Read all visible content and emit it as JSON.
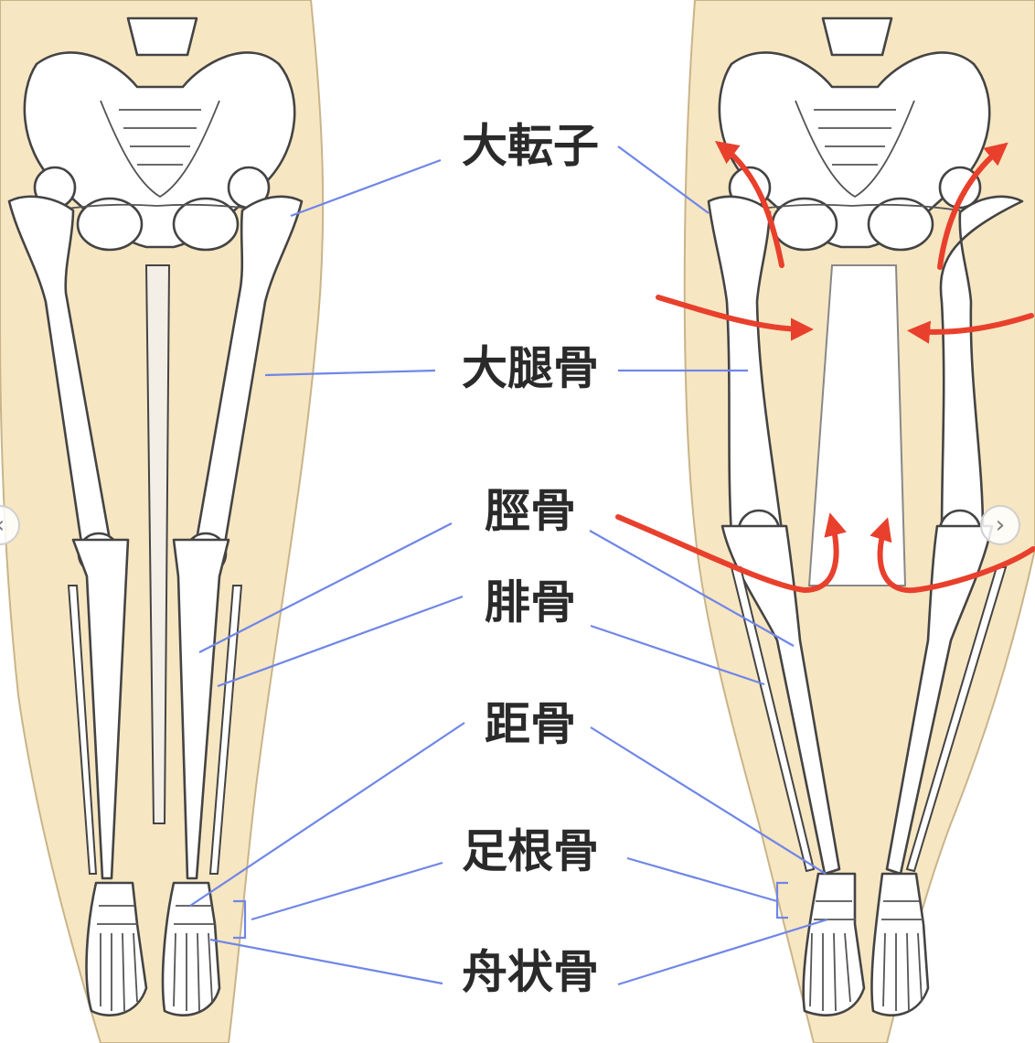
{
  "labels": {
    "greater_trochanter": "大転子",
    "femur": "大腿骨",
    "tibia": "脛骨",
    "fibula": "腓骨",
    "talus": "距骨",
    "tarsal_bones": "足根骨",
    "navicular": "舟状骨"
  },
  "icons": {
    "next_arrow": "chevron-right-icon",
    "prev_arrow": "chevron-left-icon"
  },
  "colors": {
    "skin": "#f7e6c2",
    "leader_line": "#6f86e8",
    "motion_arrow": "#e8402c",
    "bone_outline": "#444444"
  },
  "nav": {
    "next_glyph": "›",
    "prev_glyph": "‹"
  }
}
